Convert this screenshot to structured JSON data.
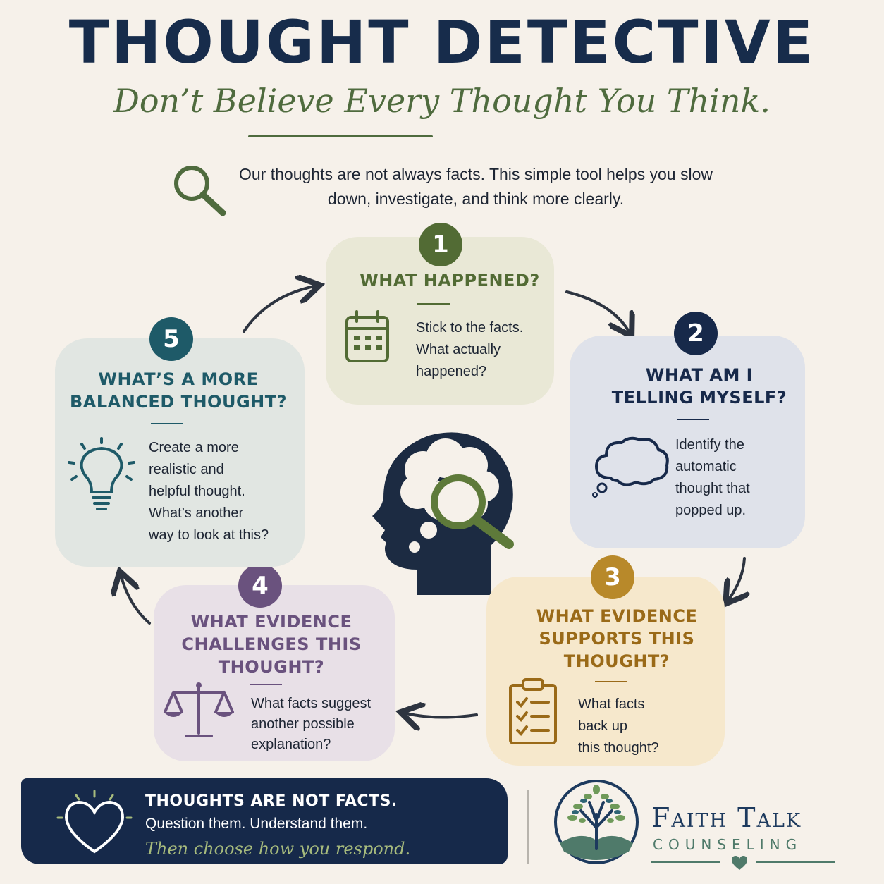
{
  "title": "THOUGHT DETECTIVE",
  "subtitle": "Don’t Believe Every Thought You Think.",
  "intro": "Our thoughts are not always facts. This simple tool helps you slow down, investigate, and think more clearly.",
  "steps": [
    {
      "number": "1",
      "heading": [
        "WHAT HAPPENED?"
      ],
      "body": [
        "Stick to the facts.",
        "What actually",
        "happened?"
      ],
      "color": "#526b34",
      "icon": "calendar-icon"
    },
    {
      "number": "2",
      "heading": [
        "WHAT AM I",
        "TELLING MYSELF?"
      ],
      "body": [
        "Identify the",
        "automatic",
        "thought that",
        "popped up."
      ],
      "color": "#17294a",
      "icon": "thought-bubble-icon"
    },
    {
      "number": "3",
      "heading": [
        "WHAT EVIDENCE",
        "SUPPORTS THIS",
        "THOUGHT?"
      ],
      "body": [
        "What facts",
        "back up",
        "this thought?"
      ],
      "color": "#9a6a18",
      "icon": "clipboard-checklist-icon"
    },
    {
      "number": "4",
      "heading": [
        "WHAT EVIDENCE",
        "CHALLENGES THIS",
        "THOUGHT?"
      ],
      "body": [
        "What facts suggest",
        "another possible",
        "explanation?"
      ],
      "color": "#6a527e",
      "icon": "scales-icon"
    },
    {
      "number": "5",
      "heading": [
        "WHAT’S A MORE",
        "BALANCED THOUGHT?"
      ],
      "body": [
        "Create a more",
        "realistic and",
        "helpful thought.",
        "What’s another",
        "way to look at this?"
      ],
      "color": "#1e5a68",
      "icon": "lightbulb-icon"
    }
  ],
  "banner": {
    "line1": "THOUGHTS ARE NOT FACTS.",
    "line2": "Question them. Understand them.",
    "line3": "Then choose how you respond.",
    "icon": "heart-icon"
  },
  "logo": {
    "top": "Faith Talk",
    "bottom": "COUNSELING",
    "icon": "tree-of-life-icon"
  },
  "colors": {
    "navy": "#172c4b",
    "green": "#4f6b3e",
    "background": "#f6f1ea"
  }
}
